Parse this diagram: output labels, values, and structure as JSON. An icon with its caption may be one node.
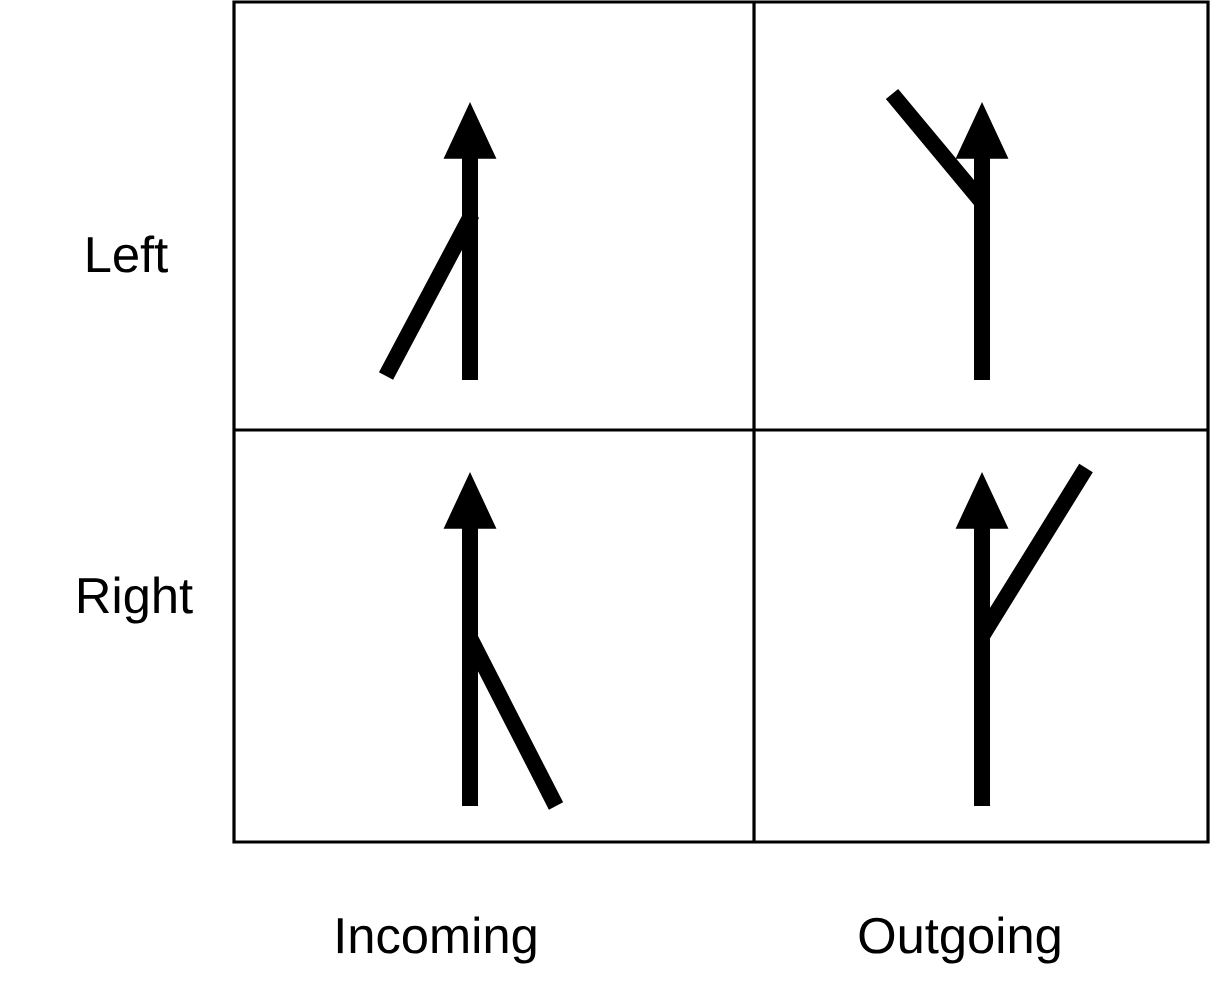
{
  "diagram": {
    "labels": [
      "Left",
      "Right",
      "Incoming",
      "Outgoing"
    ]
  }
}
